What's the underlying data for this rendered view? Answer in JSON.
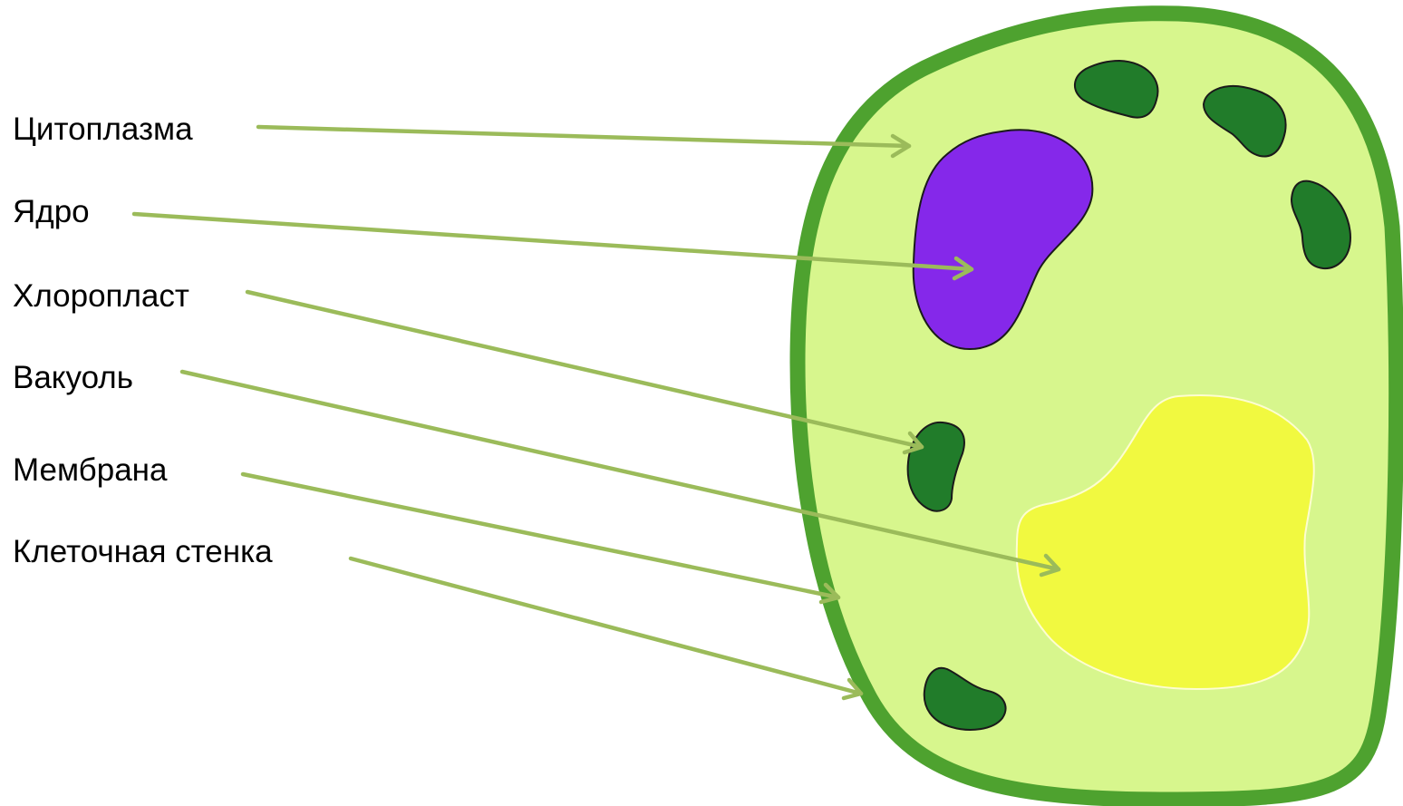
{
  "colors": {
    "background": "#ffffff",
    "cell_wall": "#4ea22f",
    "cytoplasm": "#d7f68d",
    "nucleus": "#8528ea",
    "chloroplast": "#217c2a",
    "vacuole": "#f1f940",
    "arrow": "#9bbb5a",
    "outline": "#1a1a1a"
  },
  "structures": {
    "cell": "cell-icon",
    "nucleus": "nucleus-icon",
    "vacuole": "vacuole-icon",
    "chloroplast": "chloroplast-icon"
  },
  "labels": [
    {
      "id": "cytoplasm",
      "text": "Цитоплазма"
    },
    {
      "id": "nucleus",
      "text": "Ядро"
    },
    {
      "id": "chloroplast",
      "text": "Хлоропласт"
    },
    {
      "id": "vacuole",
      "text": "Вакуоль"
    },
    {
      "id": "membrane",
      "text": "Мембрана"
    },
    {
      "id": "cell-wall",
      "text": "Клеточная стенка"
    }
  ]
}
